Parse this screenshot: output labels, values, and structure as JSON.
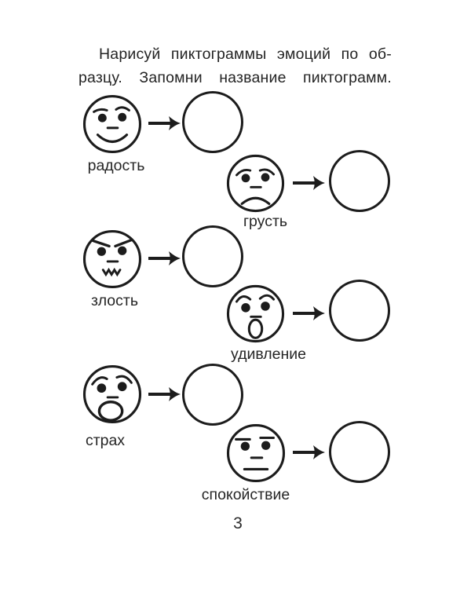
{
  "page": {
    "background_color": "#ffffff",
    "ink_color": "#1c1c1c",
    "page_number": "3"
  },
  "instruction": {
    "line1": "Нарисуй пиктограммы эмоций по об-",
    "line2": "разцу. Запомни название пиктограмм."
  },
  "icons": {
    "arrow_right": "→",
    "blank_circle": "empty-circle-for-drawing"
  },
  "rows": [
    {
      "label": "радость",
      "emotion": "joy"
    },
    {
      "label": "грусть",
      "emotion": "sadness"
    },
    {
      "label": "злость",
      "emotion": "anger"
    },
    {
      "label": "удивление",
      "emotion": "surprise"
    },
    {
      "label": "страх",
      "emotion": "fear"
    },
    {
      "label": "спокойствие",
      "emotion": "calm"
    }
  ]
}
